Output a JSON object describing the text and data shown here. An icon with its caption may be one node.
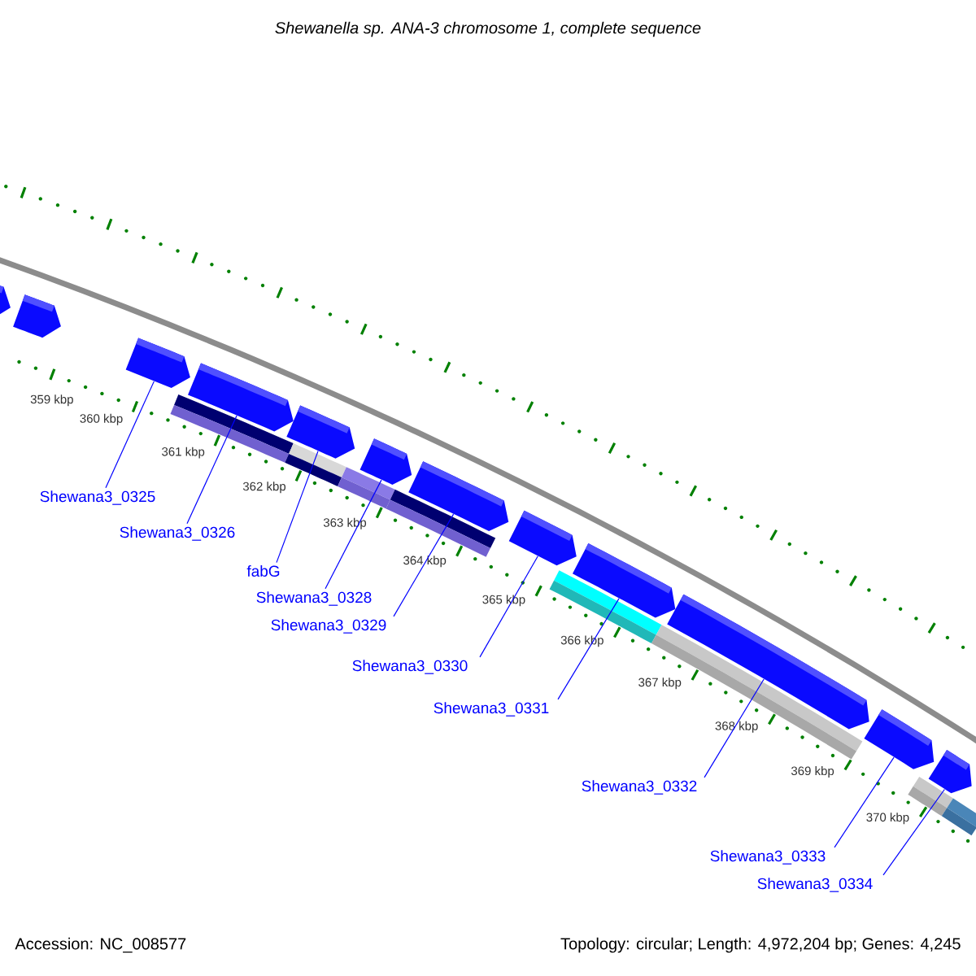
{
  "diagram": {
    "title": "Shewanella sp. ANA-3 chromosome 1, complete sequence",
    "nodes": [
      {
        "text": [
          "Shewana3_0325"
        ]
      },
      {
        "text": [
          "Shewana3_0326"
        ]
      },
      {
        "text": [
          "fabG"
        ]
      },
      {
        "text": [
          "Shewana3_0328"
        ]
      },
      {
        "text": [
          "Shewana3_0329"
        ]
      },
      {
        "text": [
          "Shewana3_0330"
        ]
      },
      {
        "text": [
          "Shewana3_0331"
        ]
      },
      {
        "text": [
          "Shewana3_0332"
        ]
      },
      {
        "text": [
          "Shewana3_0333"
        ]
      },
      {
        "text": [
          "Shewana3_0334"
        ]
      },
      {
        "text": [],
        "shape": "arrow"
      },
      {
        "text": [],
        "shape": "arrow"
      },
      {
        "text": [],
        "shape": "arrow"
      },
      {
        "text": [],
        "shape": "arrow"
      },
      {
        "text": [],
        "shape": "arrow"
      },
      {
        "text": [],
        "shape": "arrow"
      },
      {
        "text": [],
        "shape": "arrow"
      },
      {
        "text": [],
        "shape": "arrow"
      },
      {
        "text": [],
        "shape": "arrow"
      },
      {
        "text": [],
        "shape": "arrow"
      },
      {
        "text": [],
        "shape": "arrow"
      },
      {
        "text": [],
        "shape": "arrow"
      },
      {
        "text": [],
        "shape": "bar"
      },
      {
        "text": [],
        "shape": "bar"
      },
      {
        "text": [],
        "shape": "bar"
      },
      {
        "text": [],
        "shape": "bar"
      },
      {
        "text": [],
        "shape": "bar"
      },
      {
        "text": [],
        "shape": "bar"
      },
      {
        "text": [],
        "shape": "bar"
      },
      {
        "text": [],
        "shape": "bar"
      }
    ],
    "edges": [
      {
        "from": 0,
        "to": 12,
        "arrow": "none"
      },
      {
        "from": 1,
        "to": 13,
        "arrow": "none"
      },
      {
        "from": 2,
        "to": 14,
        "arrow": "none"
      },
      {
        "from": 3,
        "to": 15,
        "arrow": "none"
      },
      {
        "from": 4,
        "to": 16,
        "arrow": "none"
      },
      {
        "from": 5,
        "to": 17,
        "arrow": "none"
      },
      {
        "from": 6,
        "to": 18,
        "arrow": "none"
      },
      {
        "from": 7,
        "to": 19,
        "arrow": "none"
      },
      {
        "from": 8,
        "to": 20,
        "arrow": "none"
      },
      {
        "from": 9,
        "to": 21,
        "arrow": "none"
      }
    ],
    "labels": [
      "359 kbp",
      "360 kbp",
      "361 kbp",
      "362 kbp",
      "363 kbp",
      "364 kbp",
      "365 kbp",
      "366 kbp",
      "367 kbp",
      "368 kbp",
      "369 kbp",
      "370 kbp",
      "Accession: NC_008577",
      "Topology: circular; Length: 4,972,204 bp; Genes: 4,245"
    ]
  }
}
